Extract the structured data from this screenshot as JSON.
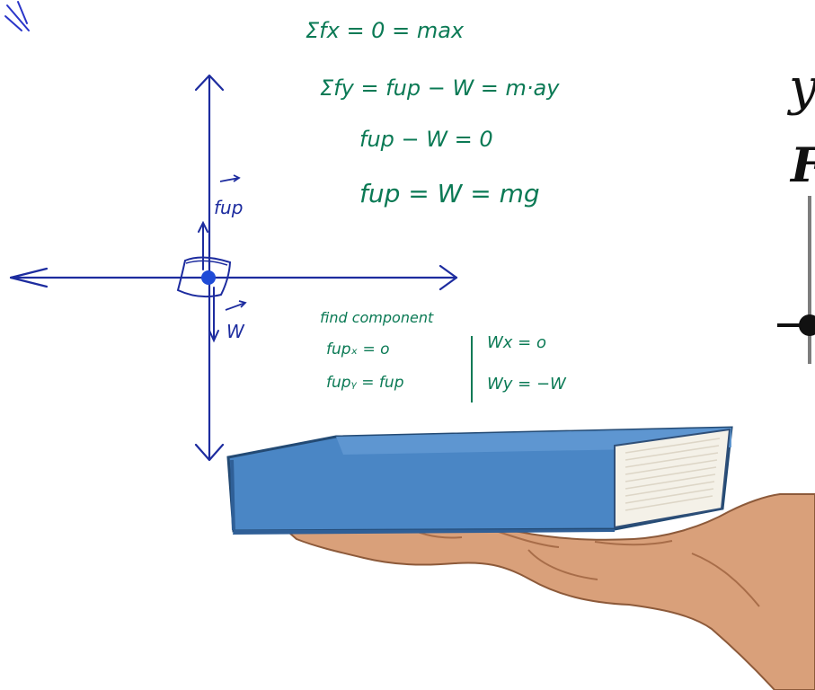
{
  "diagram": {
    "equations": {
      "sum_fx": "Σfx = 0 = max",
      "sum_fy": "Σfy = fup − W = m·ay",
      "fup_minus_w": "fup − W = 0",
      "fup_equals_w": "fup = W = mg"
    },
    "component_notes": {
      "heading": "find component",
      "fup_x": "fupₓ = o",
      "fup_y": "fupᵧ = fup",
      "w_x": "Wx = o",
      "w_y": "Wy = −W"
    },
    "vector_labels": {
      "fup": "fup",
      "w": "W"
    },
    "clipped_right_letters": {
      "y_letter": "y",
      "f_letter": "F"
    },
    "colors": {
      "axis": "#1d2c9f",
      "handwriting_green": "#0b7a55",
      "handwriting_blue": "#1d2c9f",
      "book_cover": "#4a86c5",
      "book_spine_shadow": "#2f5f97",
      "book_pages": "#f4f1e8",
      "hand_skin": "#d9a07a",
      "object_dot": "#1f4bd7"
    }
  }
}
